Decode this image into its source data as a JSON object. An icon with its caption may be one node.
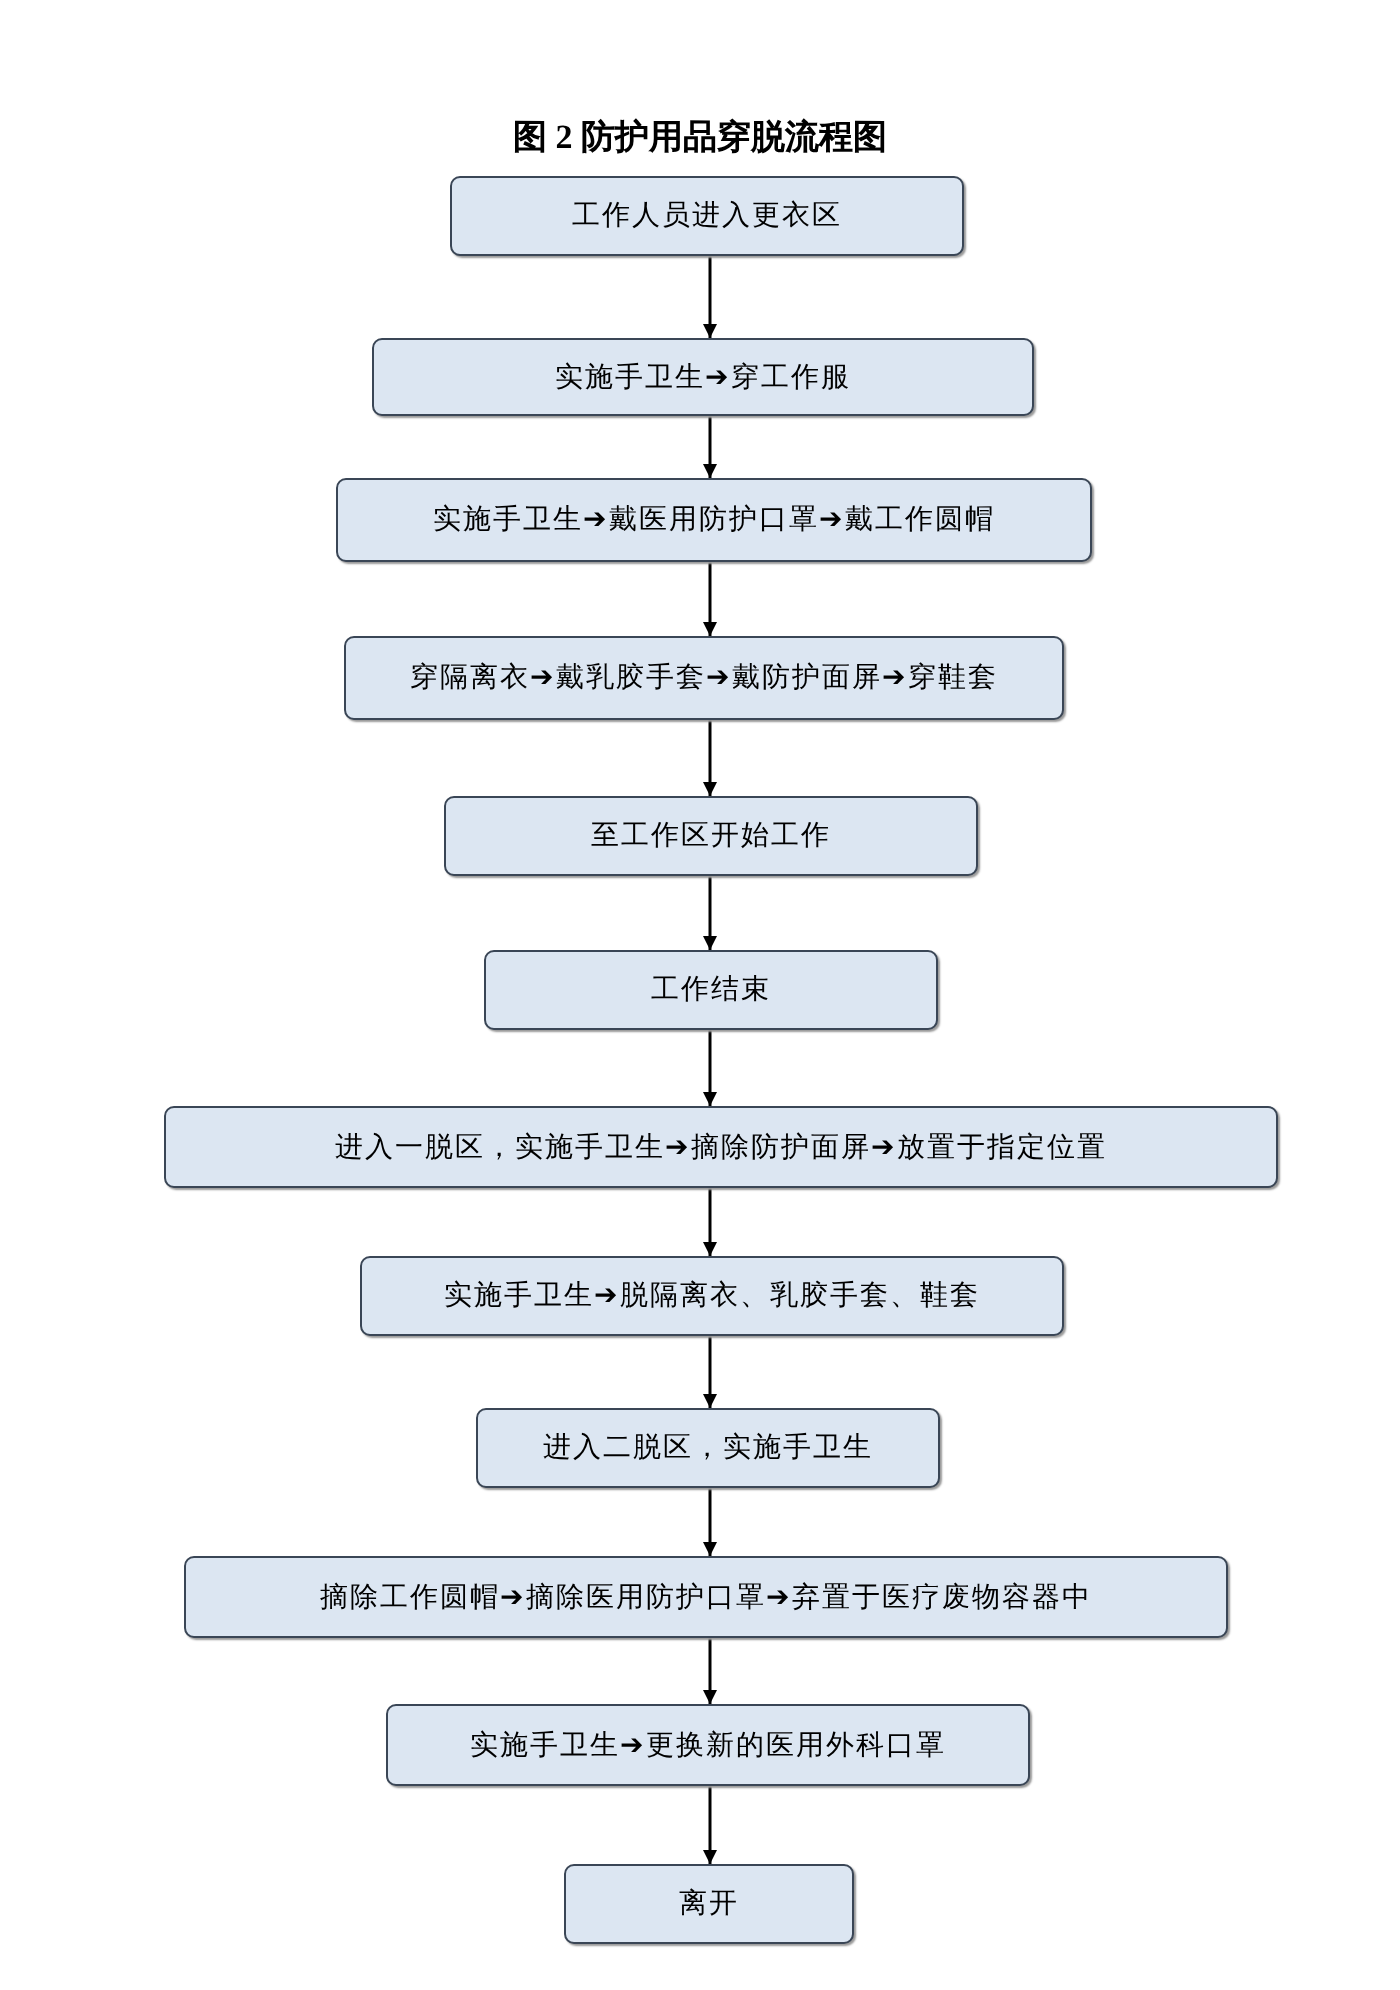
{
  "diagram": {
    "title": "图 2 防护用品穿脱流程图",
    "nodes": [
      {
        "text": [
          "工作人员进入更衣区"
        ]
      },
      {
        "text": [
          "实施手卫生➔穿工作服"
        ]
      },
      {
        "text": [
          "实施手卫生➔戴医用防护口罩➔戴工作圆帽"
        ]
      },
      {
        "text": [
          "穿隔离衣➔戴乳胶手套➔戴防护面屏➔穿鞋套"
        ]
      },
      {
        "text": [
          "至工作区开始工作"
        ]
      },
      {
        "text": [
          "工作结束"
        ]
      },
      {
        "text": [
          "进入一脱区，实施手卫生➔摘除防护面屏➔放置于指定位置"
        ]
      },
      {
        "text": [
          "实施手卫生➔脱隔离衣、乳胶手套、鞋套"
        ]
      },
      {
        "text": [
          "进入二脱区，实施手卫生"
        ]
      },
      {
        "text": [
          "摘除工作圆帽➔摘除医用防护口罩➔弃置于医疗废物容器中"
        ]
      },
      {
        "text": [
          "实施手卫生➔更换新的医用外科口罩"
        ]
      },
      {
        "text": [
          "离开"
        ]
      }
    ],
    "edges": [
      {
        "from": 0,
        "to": 1,
        "arrow": "to"
      },
      {
        "from": 1,
        "to": 2,
        "arrow": "to"
      },
      {
        "from": 2,
        "to": 3,
        "arrow": "to"
      },
      {
        "from": 3,
        "to": 4,
        "arrow": "to"
      },
      {
        "from": 4,
        "to": 5,
        "arrow": "to"
      },
      {
        "from": 5,
        "to": 6,
        "arrow": "to"
      },
      {
        "from": 6,
        "to": 7,
        "arrow": "to"
      },
      {
        "from": 7,
        "to": 8,
        "arrow": "to"
      },
      {
        "from": 8,
        "to": 9,
        "arrow": "to"
      },
      {
        "from": 9,
        "to": 10,
        "arrow": "to"
      },
      {
        "from": 10,
        "to": 11,
        "arrow": "to"
      }
    ]
  }
}
